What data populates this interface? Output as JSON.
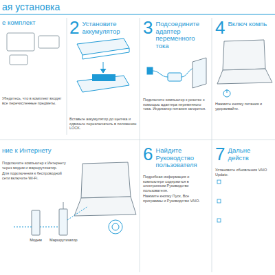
{
  "diagram": {
    "title": "ая установка",
    "nodes": [
      {
        "text": [
          "е комплект",
          "Убедитесь, что в комплект входят все перечисленные предметы."
        ]
      },
      {
        "text": [
          "2",
          "Установите аккумулятор",
          "Вставьте аккумулятор до щелчка и сдвиньте переключатель в положение LOCK."
        ]
      },
      {
        "text": [
          "3",
          "Подсоедините адаптер переменного тока",
          "Подключите компьютер к розетке с помощью адаптера переменного тока. Индикатор питания загорится."
        ]
      },
      {
        "text": [
          "4",
          "Включ компь",
          "Нажмите кнопку питания и удерживайте."
        ]
      },
      {
        "text": [
          "ние к Интернету",
          "Подключите компьютер к Интернету через модем и маршрутизатор.",
          "Для подключения к беспроводной сети включите Wi-Fi."
        ]
      },
      {
        "text": [
          "6",
          "Найдите Руководство пользователя",
          "Подробная информация о компьютере содержится в электронном Руководстве пользователя.",
          "Нажмите кнопку Пуск, Все программы и Руководство VAIO."
        ]
      },
      {
        "text": [
          "7",
          "Дальне действ",
          "Установите обновления VAIO Update."
        ]
      }
    ],
    "labels": [
      "Модем",
      "Маршрутизатор"
    ]
  }
}
